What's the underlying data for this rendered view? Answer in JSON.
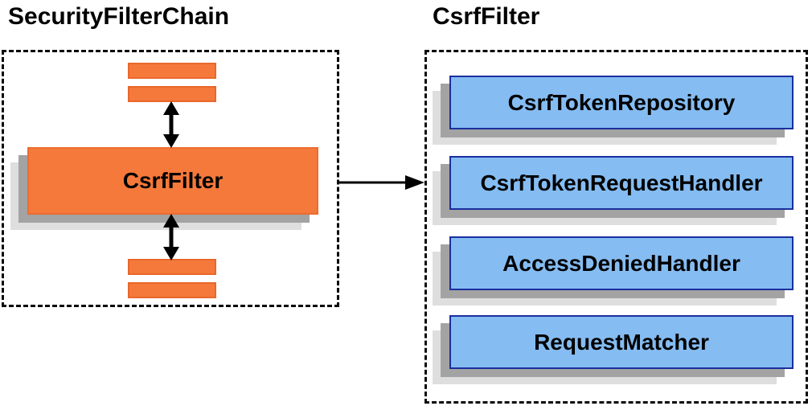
{
  "diagram": {
    "left_panel": {
      "title": "SecurityFilterChain",
      "csrf_filter_label": "CsrfFilter",
      "placeholder_bars": 4
    },
    "right_panel": {
      "title": "CsrfFilter",
      "components": [
        {
          "label": "CsrfTokenRepository"
        },
        {
          "label": "CsrfTokenRequestHandler"
        },
        {
          "label": "AccessDeniedHandler"
        },
        {
          "label": "RequestMatcher"
        }
      ]
    },
    "colors": {
      "orange_fill": "#F5793B",
      "orange_border": "#E8682A",
      "blue_fill": "#85BCF2",
      "blue_border": "#1B2F9E",
      "shadow_dark": "#A3A3A3",
      "shadow_light": "#DEDEDE",
      "arrow": "#000000",
      "dashed_border": "#0A0A0A"
    }
  }
}
